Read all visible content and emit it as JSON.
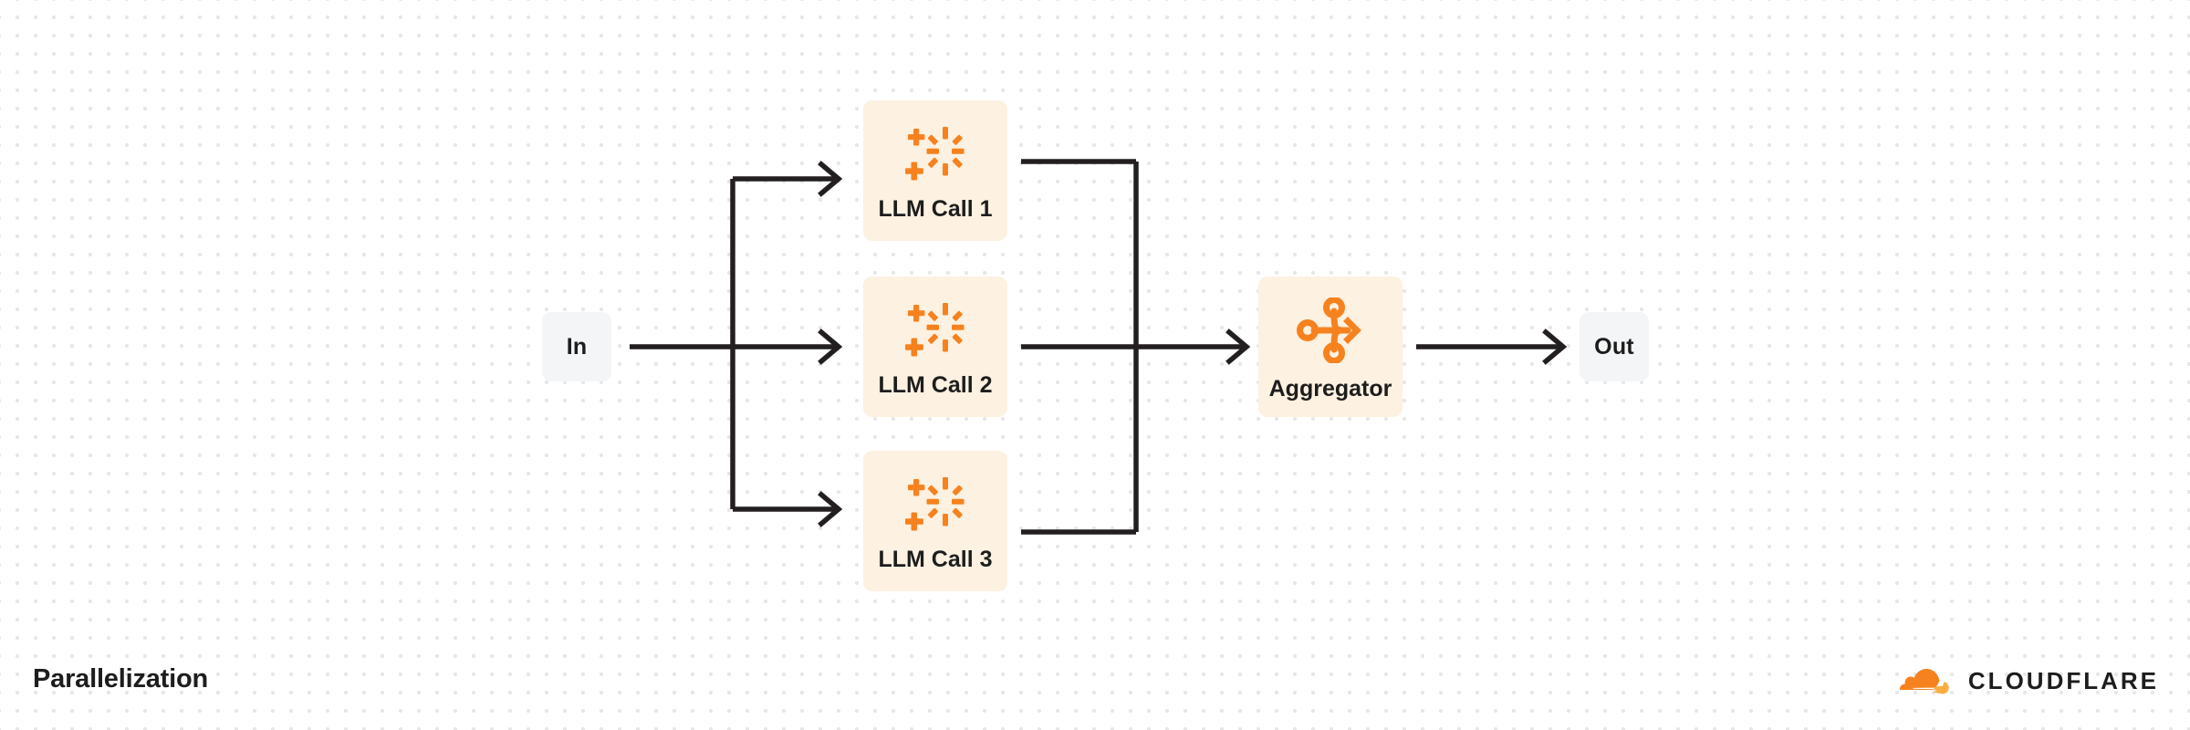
{
  "diagram": {
    "title": "Parallelization",
    "nodes": {
      "input": {
        "label": "In",
        "kind": "io"
      },
      "llm1": {
        "label": "LLM Call 1",
        "kind": "llm",
        "icon": "sparkle-icon"
      },
      "llm2": {
        "label": "LLM Call 2",
        "kind": "llm",
        "icon": "sparkle-icon"
      },
      "llm3": {
        "label": "LLM Call 3",
        "kind": "llm",
        "icon": "sparkle-icon"
      },
      "aggregator": {
        "label": "Aggregator",
        "kind": "process",
        "icon": "aggregator-icon"
      },
      "output": {
        "label": "Out",
        "kind": "io"
      }
    },
    "edges": [
      {
        "from": "In",
        "to": "LLM Call 1"
      },
      {
        "from": "In",
        "to": "LLM Call 2"
      },
      {
        "from": "In",
        "to": "LLM Call 3"
      },
      {
        "from": "LLM Call 1",
        "to": "Aggregator"
      },
      {
        "from": "LLM Call 2",
        "to": "Aggregator"
      },
      {
        "from": "LLM Call 3",
        "to": "Aggregator"
      },
      {
        "from": "Aggregator",
        "to": "Out"
      }
    ]
  },
  "brand": {
    "wordmark": "CLOUDFLARE",
    "logo_icon": "cloudflare-cloud-icon"
  },
  "colors": {
    "accent_orange": "#f6821f",
    "accent_orange_light": "#fbad41",
    "card_cream": "#fdf1e1",
    "card_gray": "#f4f5f6",
    "ink": "#1d1d1d",
    "wire": "#231f20",
    "dot_grid": "#e7e7e7",
    "background": "#ffffff"
  }
}
